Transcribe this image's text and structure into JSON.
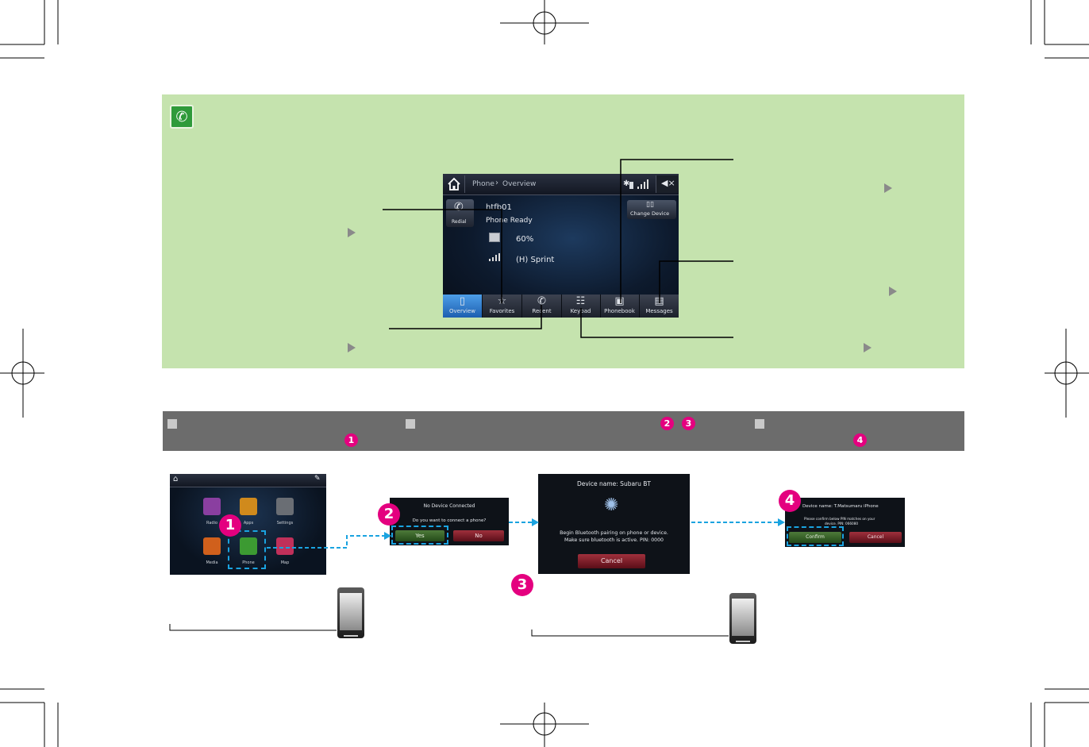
{
  "main_screen": {
    "breadcrumb": "Phone",
    "breadcrumb_sub": "Overview",
    "device_name": "htfb01",
    "status": "Phone Ready",
    "battery": "60%",
    "carrier": "(H) Sprint",
    "redial_label": "Redial",
    "change_device_label": "Change Device",
    "tabs": [
      {
        "label": "Overview",
        "icon": "phone-icon"
      },
      {
        "label": "Favorites",
        "icon": "star-icon"
      },
      {
        "label": "Recent",
        "icon": "recent-call-icon"
      },
      {
        "label": "Keypad",
        "icon": "keypad-icon"
      },
      {
        "label": "Phonebook",
        "icon": "phonebook-icon"
      },
      {
        "label": "Messages",
        "icon": "messages-icon"
      }
    ]
  },
  "steps": {
    "numbers": [
      "1",
      "2",
      "3",
      "4"
    ]
  },
  "home_screen": {
    "apps": [
      {
        "label": "Radio",
        "color": "#8a3fa0",
        "icon": "radio-icon"
      },
      {
        "label": "Apps",
        "color": "#d08a1c",
        "icon": "apps-icon"
      },
      {
        "label": "Settings",
        "color": "#6a6e74",
        "icon": "gear-icon"
      },
      {
        "label": "Media",
        "color": "#d0601c",
        "icon": "media-icon"
      },
      {
        "label": "Phone",
        "color": "#3c9a32",
        "icon": "phone-icon"
      },
      {
        "label": "Map",
        "color": "#c0305a",
        "icon": "map-icon"
      }
    ]
  },
  "connect_dialog": {
    "title": "No Device Connected",
    "question": "Do you want to connect a phone?",
    "yes": "Yes",
    "no": "No"
  },
  "pairing_dialog": {
    "device": "Device name: Subaru BT",
    "line1": "Begin Bluetooth pairing on phone or device.",
    "line2": "Make sure bluetooth is active. PIN: 0000",
    "cancel": "Cancel"
  },
  "confirm_dialog": {
    "device": "Device name: T.Matsumaru iPhone",
    "line1": "Please confirm below PIN matches on your",
    "line2": "device. PIN: 066080",
    "confirm": "Confirm",
    "cancel": "Cancel"
  },
  "colors": {
    "panel_green": "#c5e3ae",
    "accent_magenta": "#e4007f",
    "dash_blue": "#1aa3e0",
    "step_bar_gray": "#6c6c6c"
  }
}
